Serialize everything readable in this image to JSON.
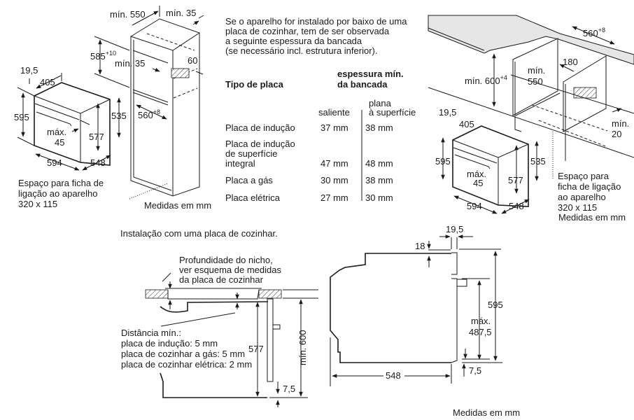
{
  "left_diagram": {
    "dims": {
      "min_550": "mín. 550",
      "min_35_top": "mín. 35",
      "h_585": "585",
      "h_585_tol": "+10",
      "min_35_mid": "mín. 35",
      "d_60": "60",
      "d_19_5": "19,5",
      "d_405": "405",
      "d_595": "595",
      "d_535": "535",
      "d_560": "560",
      "d_560_tol": "+8",
      "max_label": "máx.",
      "max_45": "45",
      "d_577": "577",
      "d_594": "594",
      "d_548": "548"
    },
    "socket_note": [
      "Espaço para ficha de",
      "ligação ao aparelho",
      "320 x 115"
    ],
    "units": "Medidas em mm"
  },
  "info": {
    "intro": [
      "Se o aparelho for instalado por baixo de uma",
      "placa de cozinhar, tem de ser observada",
      "a seguinte espessura da bancada",
      "(se necessário incl. estrutura inferior)."
    ],
    "table": {
      "col_type": "Tipo de placa",
      "col_thickness": [
        "espessura mín.",
        "da bancada"
      ],
      "sub_protruding": "saliente",
      "sub_flush": [
        "plana",
        "à superfície"
      ],
      "rows": [
        {
          "type": [
            "Placa de indução"
          ],
          "protruding": "37 mm",
          "flush": "38 mm"
        },
        {
          "type": [
            "Placa de indução",
            "de superfície",
            "integral"
          ],
          "protruding": "47 mm",
          "flush": "48 mm"
        },
        {
          "type": [
            "Placa a gás"
          ],
          "protruding": "30 mm",
          "flush": "38 mm"
        },
        {
          "type": [
            "Placa elétrica"
          ],
          "protruding": "27 mm",
          "flush": "30 mm"
        }
      ]
    }
  },
  "right_diagram": {
    "dims": {
      "d_560": "560",
      "d_560_tol": "+8",
      "d_180": "180",
      "min_label": "mín.",
      "min_550": "550",
      "min_600": "mín. 600",
      "min_600_tol": "+4",
      "min_20_label": "mín.",
      "min_20": "20",
      "d_19_5": "19,5",
      "d_405": "405",
      "d_595": "595",
      "d_535": "535",
      "max_label": "máx.",
      "max_45": "45",
      "d_577": "577",
      "d_594": "594",
      "d_548": "548"
    },
    "socket_note": [
      "Espaço para",
      "ficha de ligação",
      "ao aparelho",
      "320 x 115"
    ],
    "units": "Medidas em mm"
  },
  "hob_section": {
    "title": "Instalação com uma placa de cozinhar.",
    "niche_note": [
      "Profundidade do nicho,",
      "ver esquema de medidas",
      "da placa de cozinhar"
    ],
    "distance_note": [
      "Distância mín.:",
      "placa de indução: 5 mm",
      "placa de cozinhar a gás: 5 mm",
      "placa de cozinhar elétrica: 2 mm"
    ],
    "d_577": "577",
    "min_600": "mín. 600",
    "d_7_5": "7,5"
  },
  "side_view": {
    "d_19_5": "19,5",
    "d_18": "18",
    "d_595": "595",
    "max_label": "máx.",
    "max_487_5": "487,5",
    "d_7_5": "7,5",
    "d_548": "548",
    "units": "Medidas em mm"
  }
}
